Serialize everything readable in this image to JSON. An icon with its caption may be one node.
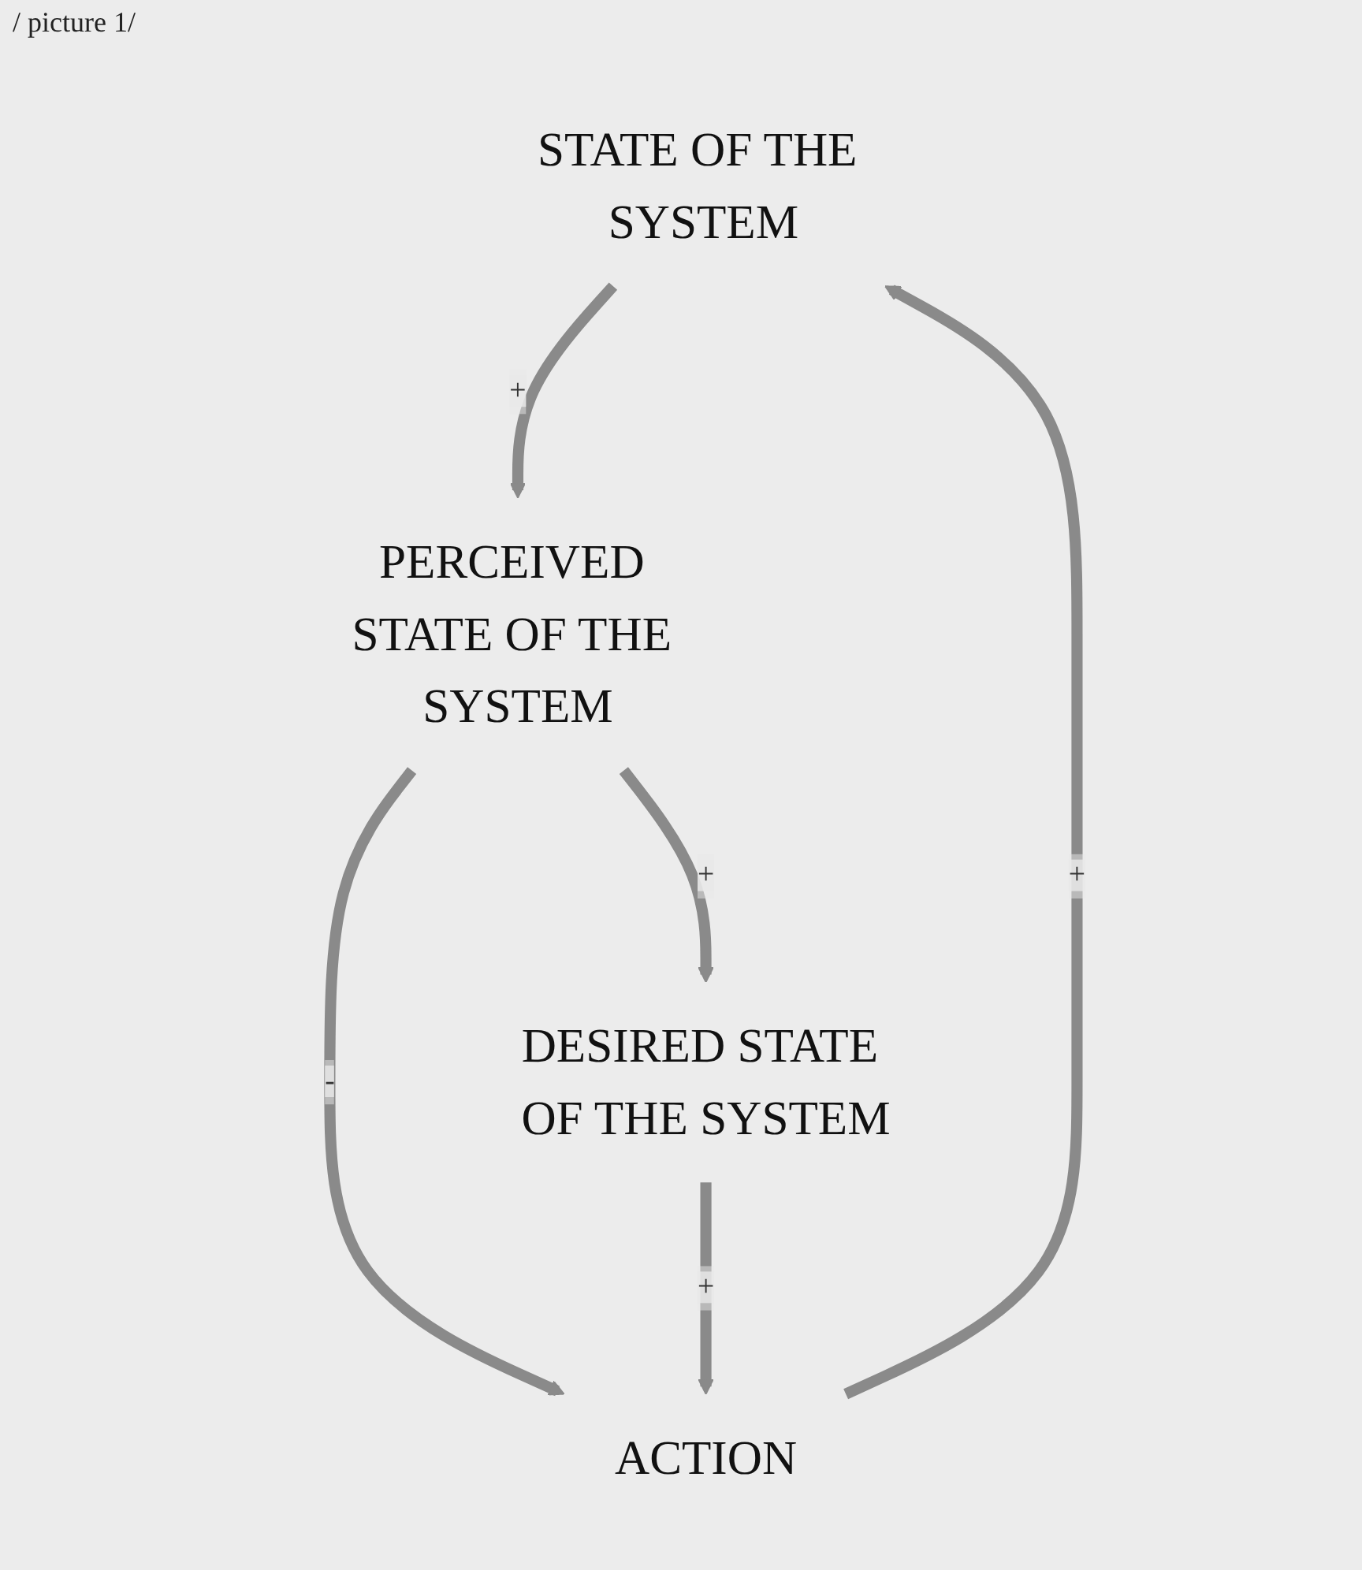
{
  "diagram": {
    "nodes": [
      {
        "text": [
          "STATE OF THE SYSTEM"
        ]
      },
      {
        "text": [
          "PERCEIVED STATE OF THE SYSTEM"
        ]
      },
      {
        "text": [
          "ACTION"
        ]
      },
      {
        "text": [
          "DESIRED STATE OF THE SYSTEM"
        ]
      }
    ],
    "edges": [
      {
        "from": 0,
        "to": 1,
        "arrow": "to",
        "label": "+"
      },
      {
        "from": 1,
        "to": 2,
        "arrow": "to",
        "label": "-"
      },
      {
        "from": 1,
        "to": 3,
        "arrow": "to",
        "label": "+"
      },
      {
        "from": 3,
        "to": 2,
        "arrow": "to",
        "label": "+"
      },
      {
        "from": 2,
        "to": 0,
        "arrow": "to",
        "label": "+"
      }
    ],
    "labels": [
      "/ picture 1/"
    ]
  }
}
